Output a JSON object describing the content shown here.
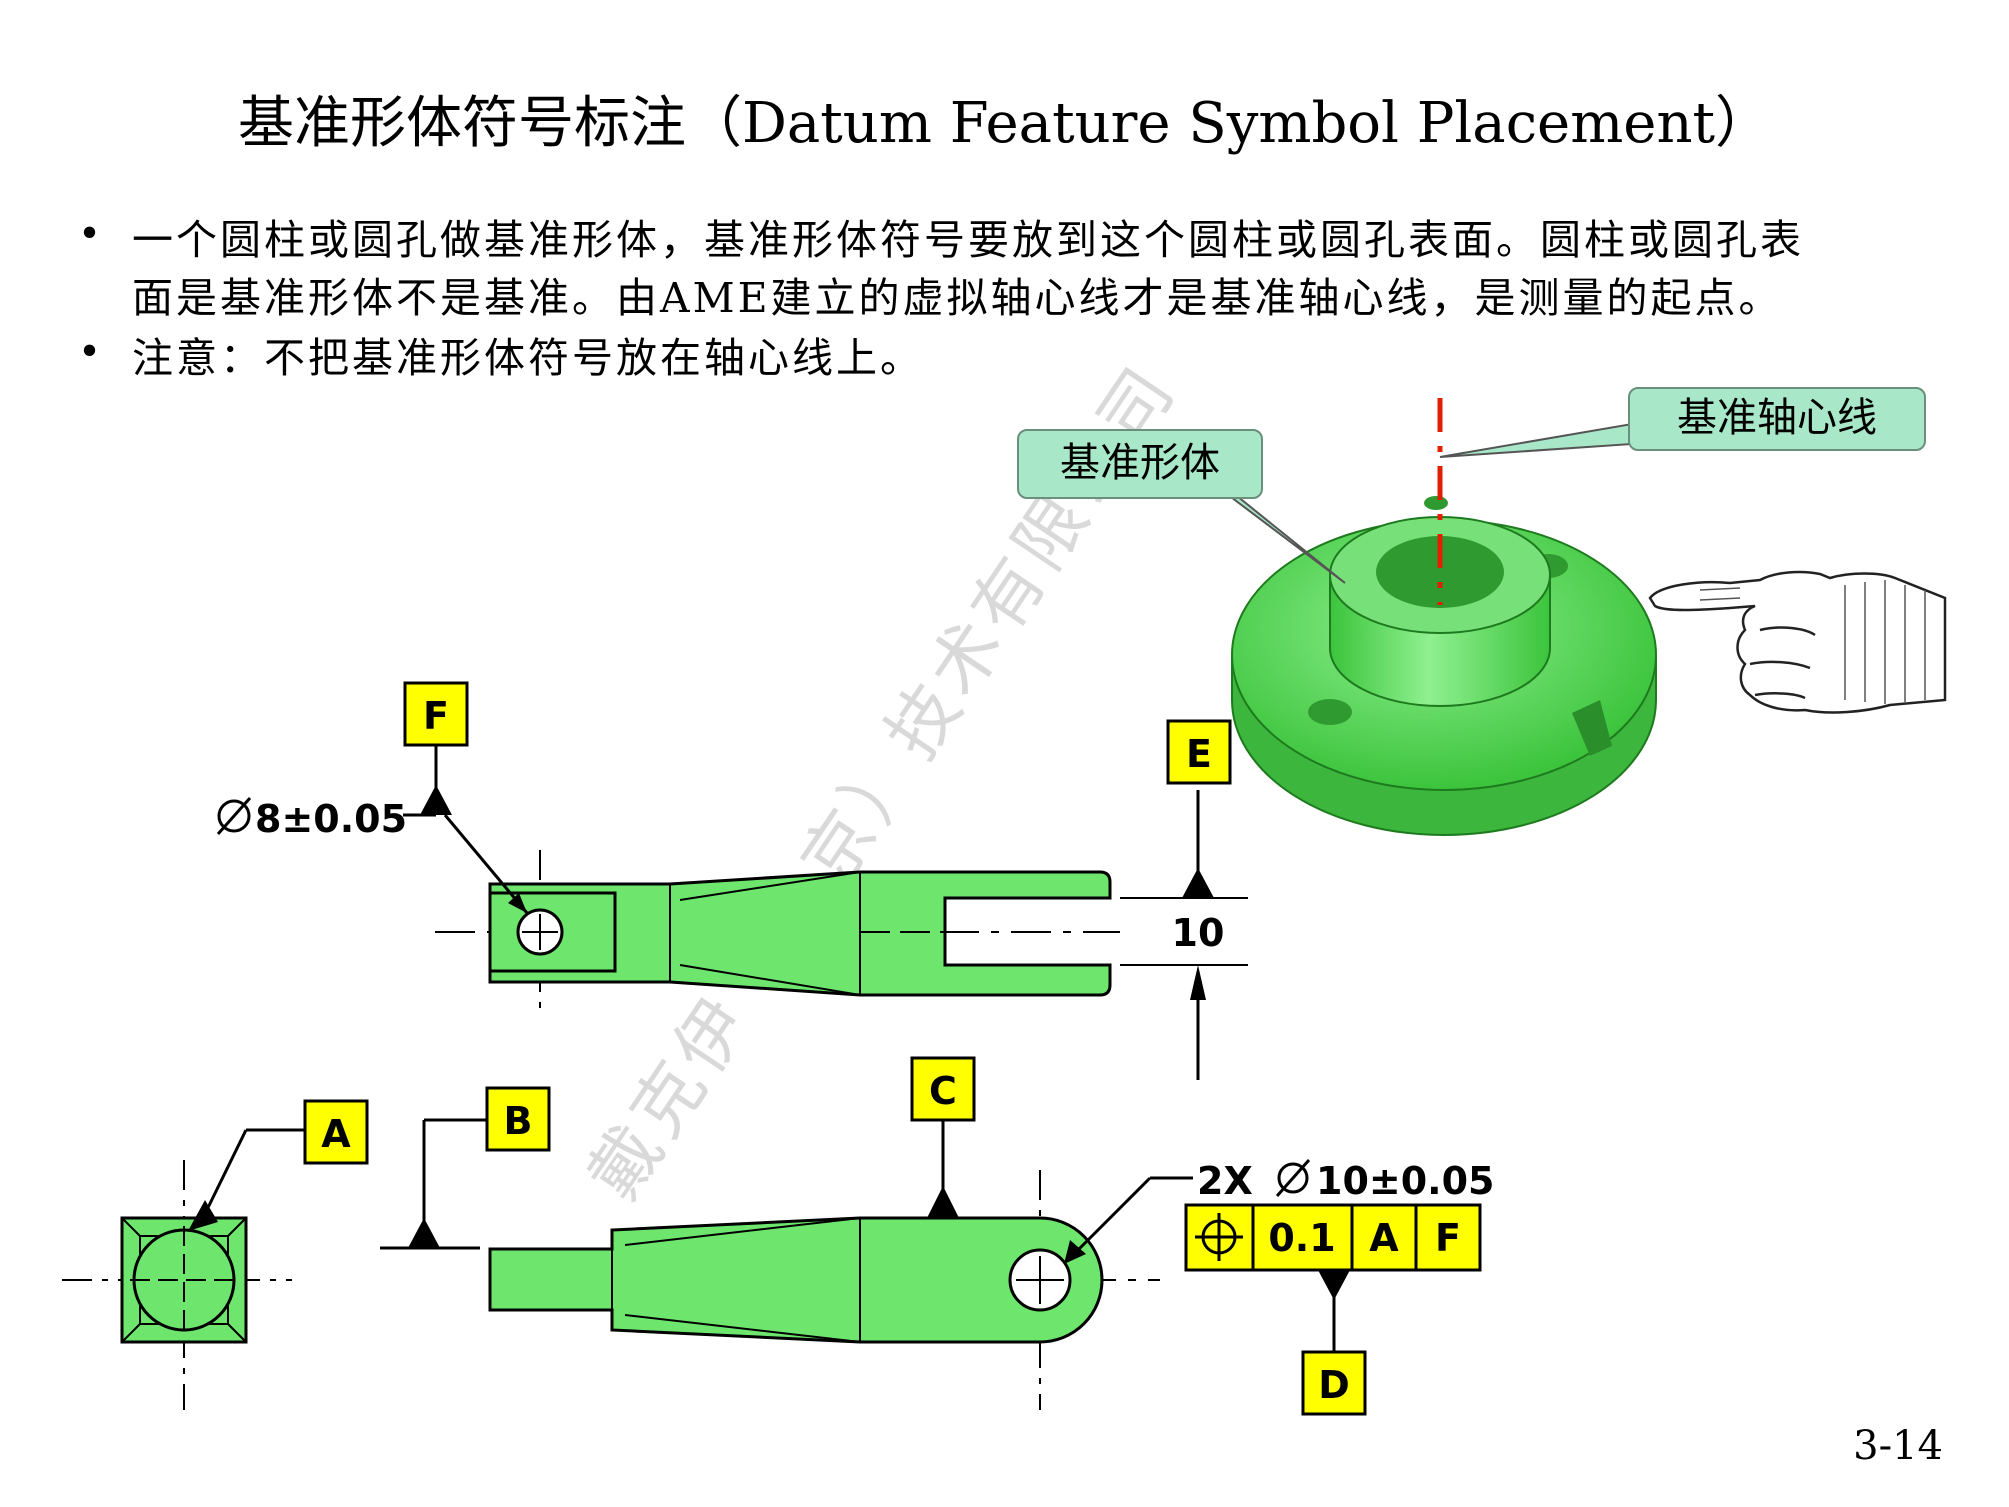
{
  "title": "基准形体符号标注（Datum Feature Symbol Placement）",
  "bullets": [
    {
      "lines": [
        "一个圆柱或圆孔做基准形体，基准形体符号要放到这个圆柱或圆孔表面。圆柱或圆孔表",
        "面是基准形体不是基准。由AME建立的虚拟轴心线才是基准轴心线，是测量的起点。"
      ]
    },
    {
      "lines": [
        "注意：不把基准形体符号放在轴心线上。"
      ]
    }
  ],
  "callouts": {
    "datum_feature": "基准形体",
    "datum_axis": "基准轴心线"
  },
  "datum_labels": {
    "A": "A",
    "B": "B",
    "C": "C",
    "D": "D",
    "E": "E",
    "F": "F"
  },
  "dimensions": {
    "hole_f": "8±0.05",
    "slot_width": "10",
    "hole_count": "2X",
    "hole_d": "10±0.05"
  },
  "feature_control_frame": {
    "tolerance": "0.1",
    "datum_primary": "A",
    "datum_secondary": "F"
  },
  "watermark": "戴克伊（北京）技术有限公司",
  "page_number": "3-14",
  "colors": {
    "part_fill": "#6ee66e",
    "datum_box": "#ffff00",
    "callout_fill": "#a8e8c8",
    "axis_red": "#e02000"
  }
}
